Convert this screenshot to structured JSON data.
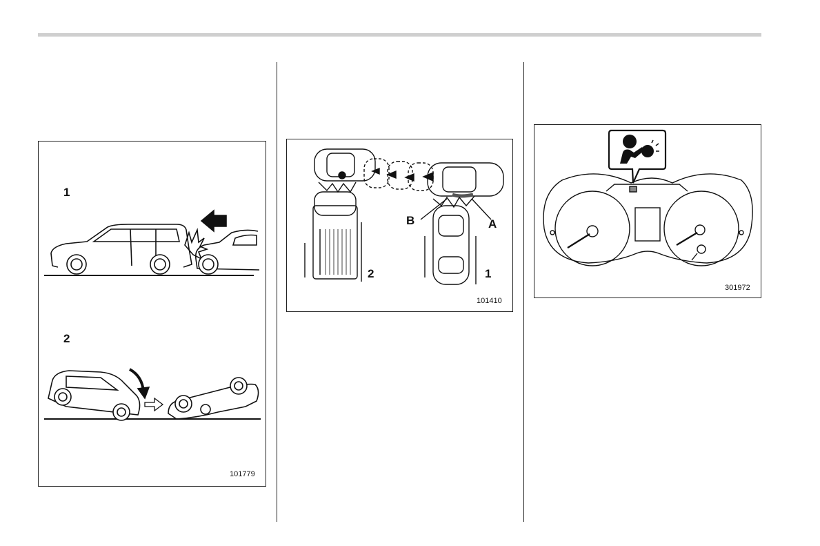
{
  "colors": {
    "rule": "#cfcfcf",
    "ink": "#111111"
  },
  "figure1": {
    "label_1": "1",
    "label_2": "2",
    "code": "101779",
    "icons": [
      "rear-impact-illustration",
      "rollover-illustration"
    ]
  },
  "figure2": {
    "label_a": "A",
    "label_b": "B",
    "label_1": "1",
    "label_2": "2",
    "code": "101410",
    "icons": [
      "side-impact-illustration"
    ]
  },
  "figure3": {
    "code": "301972",
    "icons": [
      "airbag-warning-light-icon",
      "instrument-cluster-illustration"
    ]
  }
}
